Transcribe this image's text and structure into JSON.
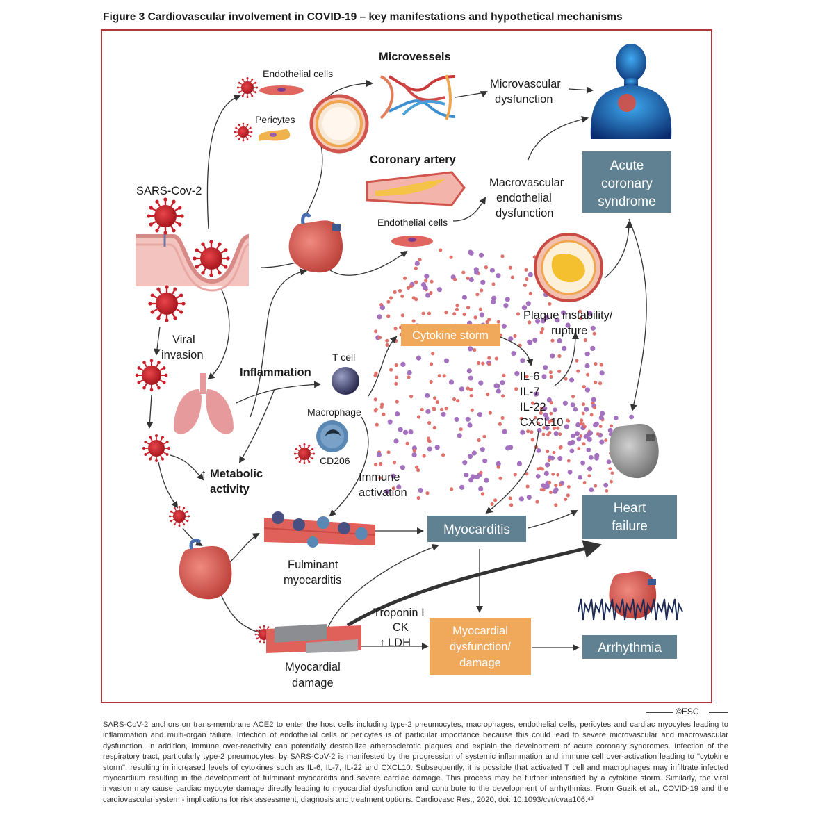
{
  "figure_title": "Figure 3 Cardiovascular involvement in COVID-19 – key manifestations and hypothetical mechanisms",
  "labels": {
    "sars": "SARS-Cov-2",
    "endothelial_top": "Endothelial cells",
    "pericytes": "Pericytes",
    "microvessels": "Microvessels",
    "micro_dys_1": "Microvascular",
    "micro_dys_2": "dysfunction",
    "coronary": "Coronary artery",
    "endothelial_mid": "Endothelial cells",
    "macro_1": "Macrovascular",
    "macro_2": "endothelial",
    "macro_3": "dysfunction",
    "viral_1": "Viral",
    "viral_2": "invasion",
    "inflammation": "Inflammation",
    "tcell": "T cell",
    "macrophage": "Macrophage",
    "cd206": "CD206",
    "metabolic_1": "Metabolic",
    "metabolic_2": "activity",
    "up_arrow": "↑",
    "immune_1": "Immune",
    "immune_2": "activation",
    "plaque_1": "Plaque instability/",
    "plaque_2": "rupture",
    "il6": "IL-6",
    "il7": "IL-7",
    "il22": "IL-22",
    "cxcl10": "CXCL10",
    "fulminant_1": "Fulminant",
    "fulminant_2": "myocarditis",
    "troponin": "Troponin I",
    "ck": "CK",
    "ldh": "LDH",
    "myo_damage_1": "Myocardial",
    "myo_damage_2": "damage"
  },
  "boxes": {
    "acs_1": "Acute",
    "acs_2": "coronary",
    "acs_3": "syndrome",
    "cytokine": "Cytokine storm",
    "myocarditis": "Myocarditis",
    "hf_1": "Heart",
    "hf_2": "failure",
    "md_1": "Myocardial",
    "md_2": "dysfunction/",
    "md_3": "damage",
    "arrhythmia": "Arrhythmia"
  },
  "copyright": "©ESC",
  "caption": "SARS-CoV-2 anchors on trans-membrane ACE2 to enter the host cells including type-2 pneumocytes, macrophages, endothelial cells, pericytes and cardiac myocytes leading to inflammation and multi-organ failure. Infection of endothelial cells or pericytes is of particular importance because this could lead to severe microvascular and macrovascular dysfunction. In addition, immune over-reactivity can potentially destabilize atherosclerotic plaques and explain the development of acute coronary syndromes. Infection of the respiratory tract, particularly type-2 pneumocytes, by SARS-CoV-2 is manifested by the progression of systemic inflammation and immune cell over-activation leading to \"cytokine storm\", resulting in increased levels of cytokines such as IL-6, IL-7, IL-22 and CXCL10. Subsequently, it is possible that activated T cell and macrophages may infiltrate infected myocardium resulting in the development of fulminant myocarditis and severe cardiac damage. This process may be further intensified by a cytokine storm. Similarly, the viral invasion may cause cardiac myocyte damage directly leading to myocardial dysfunction and contribute to the development of arrhythmias. From Guzik et al., COVID-19 and the cardiovascular system - implications for risk assessment, diagnosis and treatment options. Cardiovasc Res., 2020, doi: 10.1093/cvr/cvaa106.⁴³",
  "colors": {
    "frame": "#b1383a",
    "gray_box": "#5f8191",
    "orange_box": "#f0a85a",
    "virus": "#c8202a",
    "heart": "#d9574f",
    "lung": "#e79a9b",
    "dot_red": "#e0706a",
    "dot_purple": "#a471bf"
  },
  "icons": [
    "virus-icon",
    "endothelial-cell-icon",
    "pericyte-icon",
    "vessel-cross-section-icon",
    "capillary-network-icon",
    "human-body-icon",
    "coronary-artery-icon",
    "heart-icon",
    "lungs-icon",
    "t-cell-icon",
    "macrophage-icon",
    "plaque-icon",
    "ecg-waveform-icon",
    "myocardial-tissue-icon"
  ]
}
